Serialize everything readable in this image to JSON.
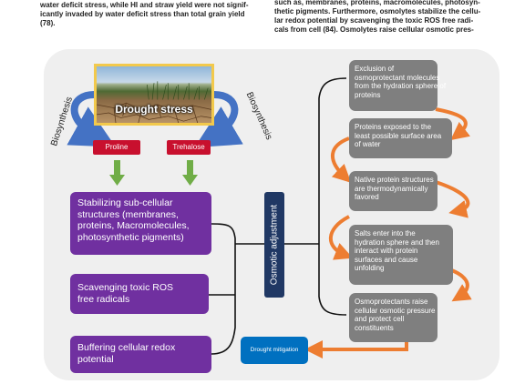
{
  "page_text": {
    "left_col": [
      "water deficit stress, while HI and straw yield were not signif-",
      "icantly invaded by water deficit stress than total grain yield",
      "(78)."
    ],
    "right_col": [
      "such as, membranes, proteins, macromolecules, photosyn-",
      "thetic pigments. Furthermore, osmolytes stabilize the cellu-",
      "lar redox potential by scavenging the toxic ROS free radi-",
      "cals from cell (84). Osmolytes raise cellular osmotic pres-"
    ]
  },
  "figure": {
    "stress_label": "Drought stress",
    "biosynthesis_left": "Biosynthesis",
    "biosynthesis_right": "Biosynthesis",
    "proline": "Proline",
    "trehalose": "Trehalose",
    "purple_boxes": [
      [
        "Stabilizing sub-cellular",
        "structures (membranes,",
        "proteins, Macromolecules,",
        "photosynthetic pigments)"
      ],
      [
        "Scavenging toxic ROS",
        "free radicals"
      ],
      [
        "Buffering cellular redox",
        "potential"
      ]
    ],
    "osmotic_adjustment": "Osmotic adjustment",
    "drought_mitigation": "Drought mitigation",
    "gray_boxes": [
      [
        "Exclusion of",
        "osmoprotectant molecules",
        "from the  hydration sphere of",
        "proteins"
      ],
      [
        "Proteins exposed  to the",
        "least possible surface area",
        "of water"
      ],
      [
        "Native protein structures",
        "are thermodynamically",
        "favored"
      ],
      [
        "Salts enter into the",
        "hydration sphere and then",
        "interact with protein",
        "surfaces and cause",
        "unfolding"
      ],
      [
        "Osmoprotectants raise",
        "cellular osmotic pressure",
        "and protect cell",
        "constituents"
      ]
    ],
    "colors": {
      "purple": "#7030a0",
      "red": "#c8102e",
      "navy": "#203864",
      "blue": "#0070c0",
      "orange": "#ed7d31",
      "green": "#70ad47",
      "gray": "#7f7f7f"
    }
  }
}
